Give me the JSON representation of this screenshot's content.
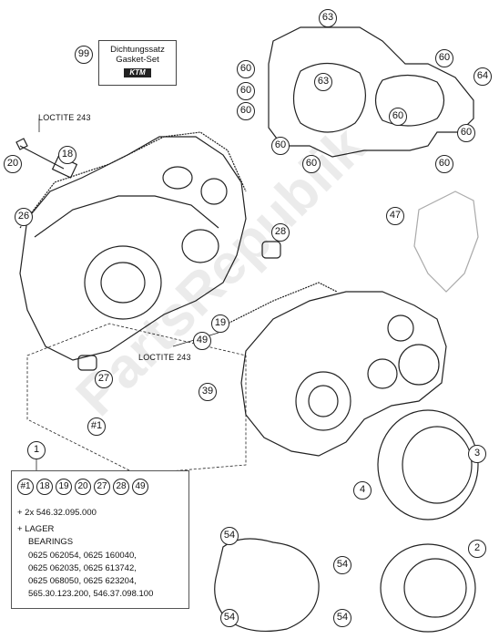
{
  "gasket_box": {
    "line1": "Dichtungssatz",
    "line2": "Gasket-Set",
    "logo": "KTM"
  },
  "loctite": [
    "LOCTITE 243",
    "LOCTITE 243"
  ],
  "watermark": "PartsRepublik",
  "callouts": {
    "c99": "99",
    "c63a": "63",
    "c63b": "63",
    "c60": "60",
    "c64": "64",
    "c18": "18",
    "c20": "20",
    "c26": "26",
    "c28": "28",
    "c47": "47",
    "c49": "49",
    "c19": "19",
    "c27": "27",
    "c39": "39",
    "c1": "#1",
    "c3": "3",
    "c4": "4",
    "c2": "2",
    "c54": "54",
    "item1": "1"
  },
  "kit": {
    "refs": [
      "#1",
      "18",
      "19",
      "20",
      "27",
      "28",
      "49"
    ],
    "line1": "+ 2x 546.32.095.000",
    "line2": "+ LAGER",
    "line3": "BEARINGS",
    "bearings": [
      "0625 062054, 0625 160040,",
      "0625 062035, 0625 613742,",
      "0625 068050, 0625 623204,",
      "565.30.123.200, 546.37.098.100"
    ]
  }
}
